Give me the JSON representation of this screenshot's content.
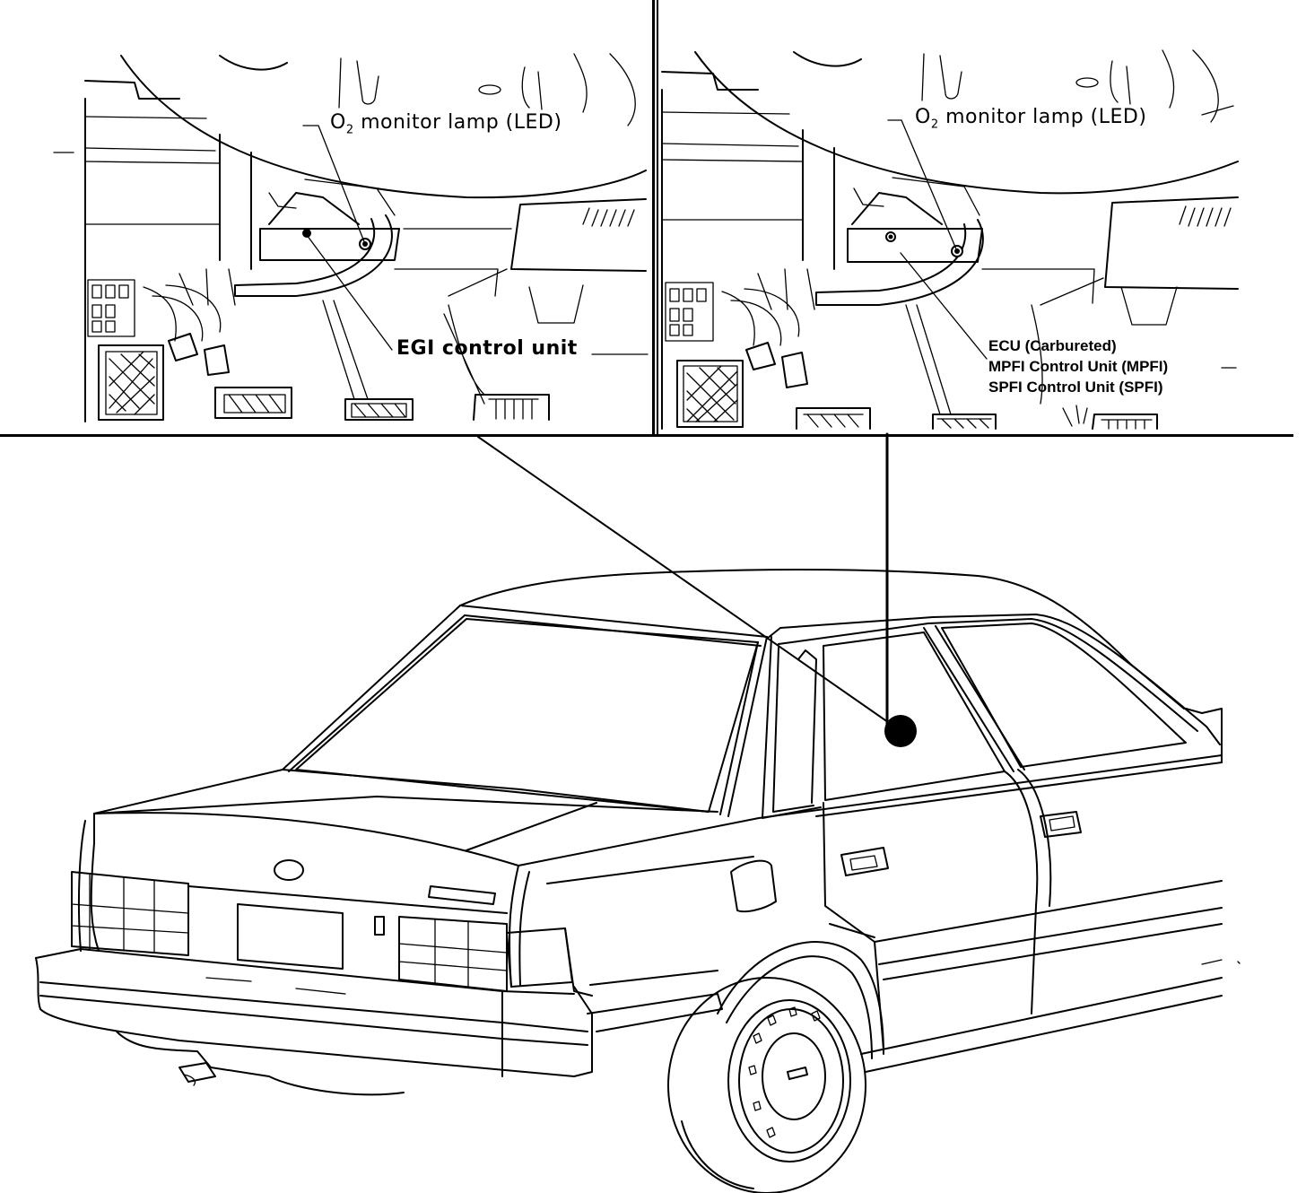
{
  "left_panel": {
    "o2_prefix": "O",
    "o2_sub": "2",
    "o2_suffix": " monitor lamp (LED)",
    "control_unit_label": "EGI control unit"
  },
  "right_panel": {
    "o2_prefix": "O",
    "o2_sub": "2",
    "o2_suffix": " monitor lamp (LED)",
    "unit_labels": [
      "ECU (Carbureted)",
      "MPFI Control Unit (MPFI)",
      "SPFI Control Unit (SPFI)"
    ]
  },
  "colors": {
    "ink": "#000000",
    "paper": "#ffffff"
  }
}
